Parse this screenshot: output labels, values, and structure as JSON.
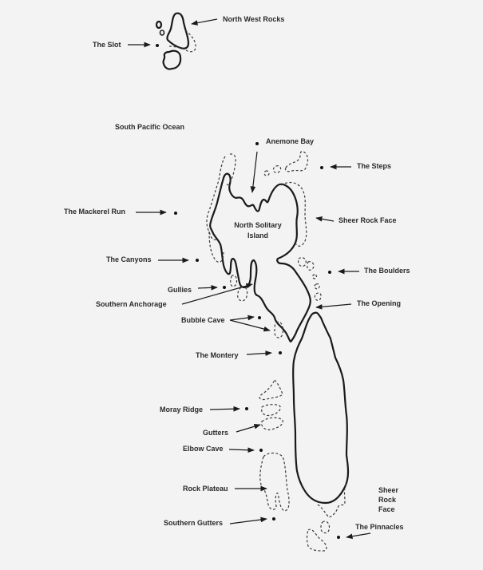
{
  "map": {
    "ocean_label": "South Pacific Ocean",
    "colors": {
      "background": "#f3f3f3",
      "coastline": "#1a1a1a",
      "reef": "#3a3a3a",
      "text": "#2a2a2a"
    },
    "islands": {
      "north_solitary": {
        "line1": "North Solitary",
        "line2": "Island"
      }
    },
    "sites": {
      "north_west_rocks": "North West Rocks",
      "the_slot": "The Slot",
      "anemone_bay": "Anemone Bay",
      "the_steps": "The Steps",
      "mackerel_run": "The Mackerel Run",
      "sheer_rock_face_north": "Sheer Rock Face",
      "the_canyons": "The Canyons",
      "the_boulders": "The Boulders",
      "gullies": "Gullies",
      "southern_anchorage": "Southern Anchorage",
      "the_opening": "The Opening",
      "bubble_cave": "Bubble Cave",
      "the_montery": "The Montery",
      "moray_ridge": "Moray Ridge",
      "gutters": "Gutters",
      "elbow_cave": "Elbow Cave",
      "rock_plateau": "Rock Plateau",
      "southern_gutters": "Southern Gutters",
      "sheer_rock_face_south": {
        "line1": "Sheer",
        "line2": "Rock",
        "line3": "Face"
      },
      "the_pinnacles": "The Pinnacles"
    }
  }
}
